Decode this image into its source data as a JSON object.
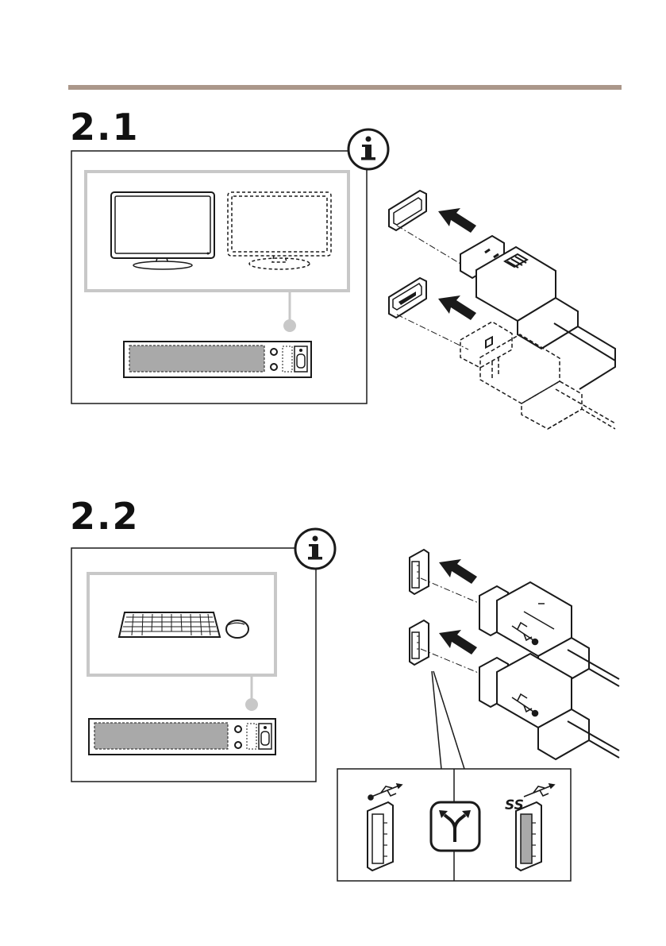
{
  "header": {
    "rule_color": "#ab978a"
  },
  "steps": [
    {
      "number": "2.1",
      "info_icon": "info-icon",
      "topic": "display",
      "connectors": [
        "hdmi-port-icon",
        "usb-port-icon"
      ]
    },
    {
      "number": "2.2",
      "info_icon": "info-icon",
      "topic": "keyboard-mouse",
      "connectors": [
        "usb-port-icon",
        "usb-port-icon"
      ]
    }
  ],
  "usb_detail": {
    "left_label": "usb-symbol-icon",
    "center_icon": "split-arrow-icon",
    "right_label": "usb-superspeed-symbol-icon"
  },
  "colors": {
    "line": "#1a1a1a",
    "panel_gray": "#c8c8c8",
    "fill_gray": "#a9a9a9"
  }
}
